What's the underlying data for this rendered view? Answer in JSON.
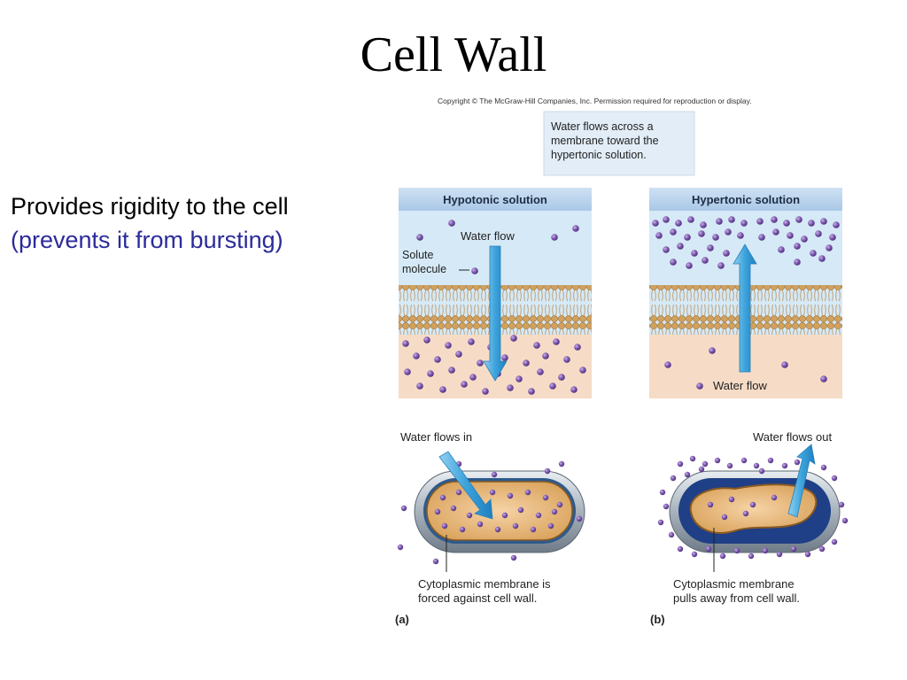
{
  "slide": {
    "title": "Cell Wall",
    "bullet_line1": "Provides rigidity to the cell",
    "bullet_line2": "(prevents it from bursting)"
  },
  "figure": {
    "copyright": "Copyright © The McGraw-Hill Companies, Inc. Permission required for reproduction or display.",
    "callout": [
      "Water flows across a",
      "membrane toward the",
      "hypertonic solution."
    ],
    "hypotonic": {
      "header": "Hypotonic solution",
      "water_flow": "Water flow",
      "solute_label": [
        "Solute",
        "molecule"
      ]
    },
    "hypertonic": {
      "header": "Hypertonic solution",
      "water_flow": "Water flow"
    },
    "panel_a": {
      "flow_label": "Water flows in",
      "caption": [
        "Cytoplasmic membrane is",
        "forced against cell wall."
      ],
      "letter": "(a)"
    },
    "panel_b": {
      "flow_label": "Water flows out",
      "caption": [
        "Cytoplasmic membrane",
        "pulls away from cell wall."
      ],
      "letter": "(b)"
    },
    "colors": {
      "hypotonic_top": "#d6e9f6",
      "lower_tan": "#f6dcc6",
      "header_band": "#b8d3ec",
      "molecule": "#6f4a9c",
      "arrow": "#49a9dc",
      "lipid": "#c99a56"
    }
  }
}
